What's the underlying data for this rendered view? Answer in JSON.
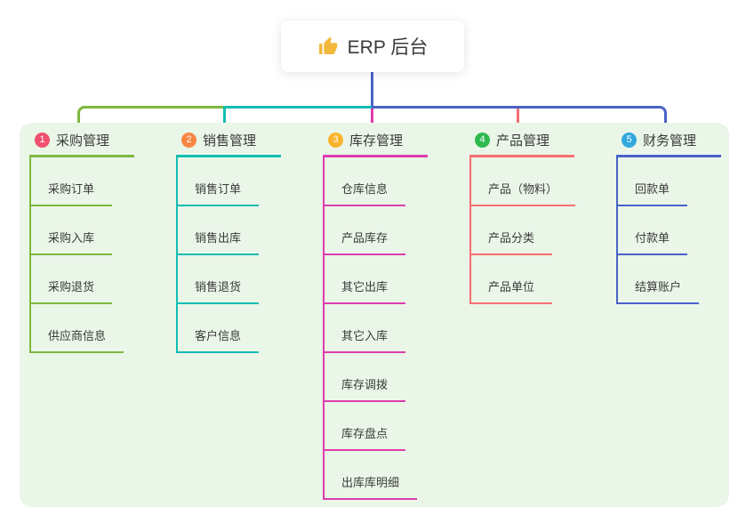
{
  "root": {
    "label": "ERP 后台",
    "icon": "thumbs-up-icon",
    "icon_color": "#f2b83c",
    "trunk_color": "#4a62c8"
  },
  "colors": {
    "panel_bg": "#eaf6e8",
    "card_bg": "#ffffff"
  },
  "branches": [
    {
      "num": "1",
      "label": "采购管理",
      "line_color": "#7db83f",
      "badge_color": "#f1506e",
      "children": [
        "采购订单",
        "采购入库",
        "采购退货",
        "供应商信息"
      ]
    },
    {
      "num": "2",
      "label": "销售管理",
      "line_color": "#13bdb2",
      "badge_color": "#f98744",
      "children": [
        "销售订单",
        "销售出库",
        "销售退货",
        "客户信息"
      ]
    },
    {
      "num": "3",
      "label": "库存管理",
      "line_color": "#de3cae",
      "badge_color": "#f9b32c",
      "children": [
        "仓库信息",
        "产品库存",
        "其它出库",
        "其它入库",
        "库存调拨",
        "库存盘点",
        "出库库明细"
      ]
    },
    {
      "num": "4",
      "label": "产品管理",
      "line_color": "#f66f6f",
      "badge_color": "#2fb950",
      "children": [
        "产品（物料）",
        "产品分类",
        "产品单位"
      ]
    },
    {
      "num": "5",
      "label": "财务管理",
      "line_color": "#4a62c8",
      "badge_color": "#31a9dd",
      "children": [
        "回款单",
        "付款单",
        "结算账户"
      ]
    }
  ]
}
